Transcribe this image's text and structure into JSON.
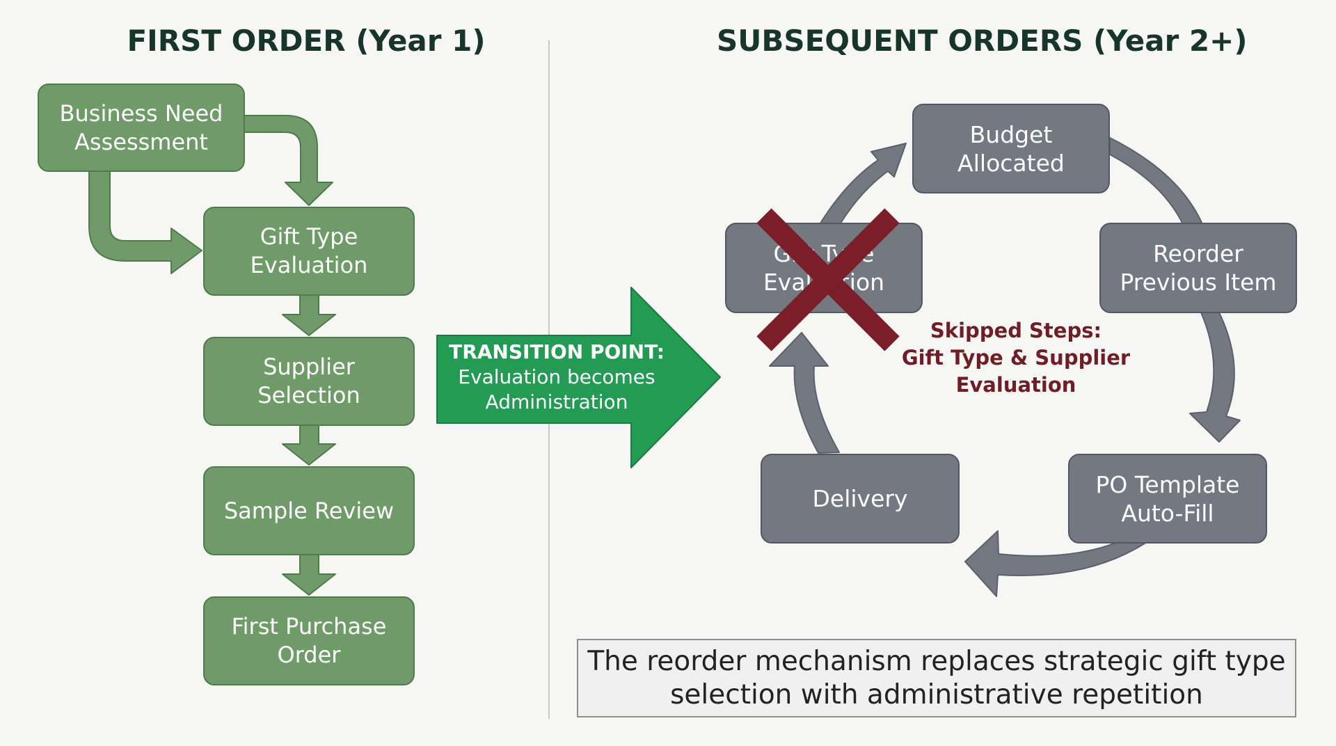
{
  "left": {
    "title": "FIRST ORDER (Year 1)",
    "steps": [
      {
        "line1": "Business Need",
        "line2": "Assessment"
      },
      {
        "line1": "Gift Type",
        "line2": "Evaluation"
      },
      {
        "line1": "Supplier",
        "line2": "Selection"
      },
      {
        "line1": "Sample Review",
        "line2": ""
      },
      {
        "line1": "First Purchase",
        "line2": "Order"
      }
    ],
    "color": "#6f9b69"
  },
  "transition": {
    "line1": "TRANSITION POINT:",
    "line2": "Evaluation becomes",
    "line3": "Administration",
    "color": "#239b55"
  },
  "right": {
    "title": "SUBSEQUENT ORDERS (Year 2+)",
    "cycle": {
      "budget": {
        "line1": "Budget",
        "line2": "Allocated"
      },
      "reorder": {
        "line1": "Reorder",
        "line2": "Previous Item"
      },
      "po": {
        "line1": "PO Template",
        "line2": "Auto-Fill"
      },
      "delivery": {
        "line1": "Delivery"
      },
      "skipped_box": {
        "line1": "Gift Type",
        "line2": "Evaluation"
      }
    },
    "skipped_note": {
      "line1": "Skipped Steps:",
      "line2": "Gift Type & Supplier",
      "line3": "Evaluation"
    },
    "box_color": "#737983",
    "cross_color": "#7a1f27"
  },
  "caption": {
    "line1": "The reorder mechanism replaces strategic gift type",
    "line2": "selection with administrative repetition"
  }
}
